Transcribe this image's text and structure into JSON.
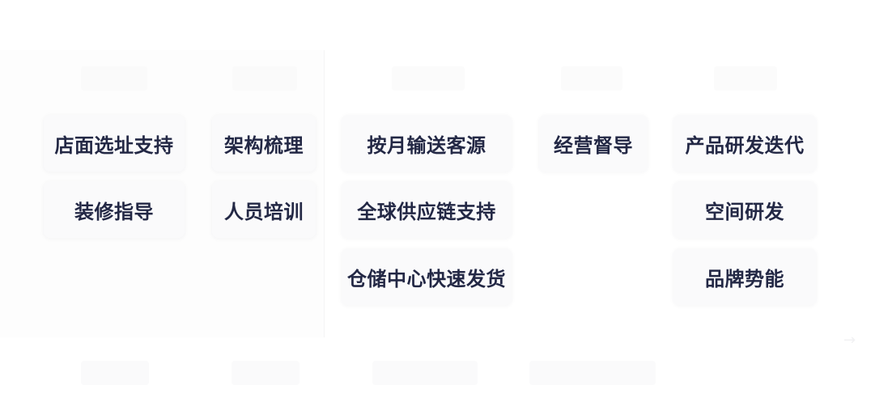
{
  "columns": [
    {
      "items": [
        "店面选址支持",
        "装修指导"
      ]
    },
    {
      "items": [
        "架构梳理",
        "人员培训"
      ]
    },
    {
      "items": [
        "按月输送客源",
        "全球供应链支持",
        "仓储中心快速发货"
      ]
    },
    {
      "items": [
        "经营督导"
      ]
    },
    {
      "items": [
        "产品研发迭代",
        "空间研发",
        "品牌势能"
      ]
    }
  ],
  "colors": {
    "text": "#232845",
    "card_bg": "#fafafb",
    "page_bg": "#ffffff"
  }
}
